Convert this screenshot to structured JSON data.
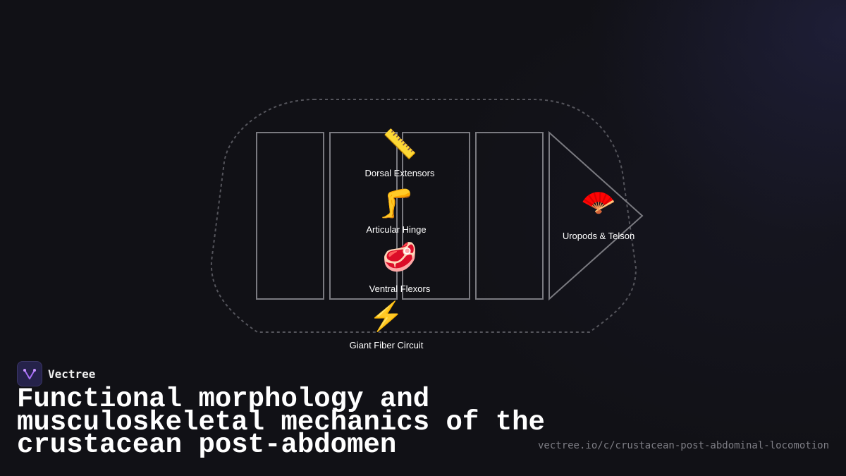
{
  "brand": {
    "name": "Vectree",
    "logo_icon": "vectree-logo-icon"
  },
  "title": "Functional morphology and musculoskeletal mechanics of the crustacean post-abdomen",
  "url": "vectree.io/c/crustacean-post-abdominal-locomotion",
  "diagram": {
    "nodes": [
      {
        "id": "dorsal",
        "icon": "ruler-icon",
        "glyph": "📏",
        "label": "Dorsal Extensors"
      },
      {
        "id": "hinge",
        "icon": "leg-icon",
        "glyph": "🦵",
        "label": "Articular Hinge"
      },
      {
        "id": "ventral",
        "icon": "meat-icon",
        "glyph": "🥩",
        "label": "Ventral Flexors"
      },
      {
        "id": "fiber",
        "icon": "lightning-icon",
        "glyph": "⚡",
        "label": "Giant Fiber Circuit"
      },
      {
        "id": "uropods",
        "icon": "fan-icon",
        "glyph": "🪭",
        "label": "Uropods & Telson"
      }
    ]
  },
  "colors": {
    "background": "#111116",
    "segment_stroke": "#7a7a80",
    "outline_dash": "#55555c",
    "label": "#ffffff",
    "url": "#7d7d84"
  }
}
